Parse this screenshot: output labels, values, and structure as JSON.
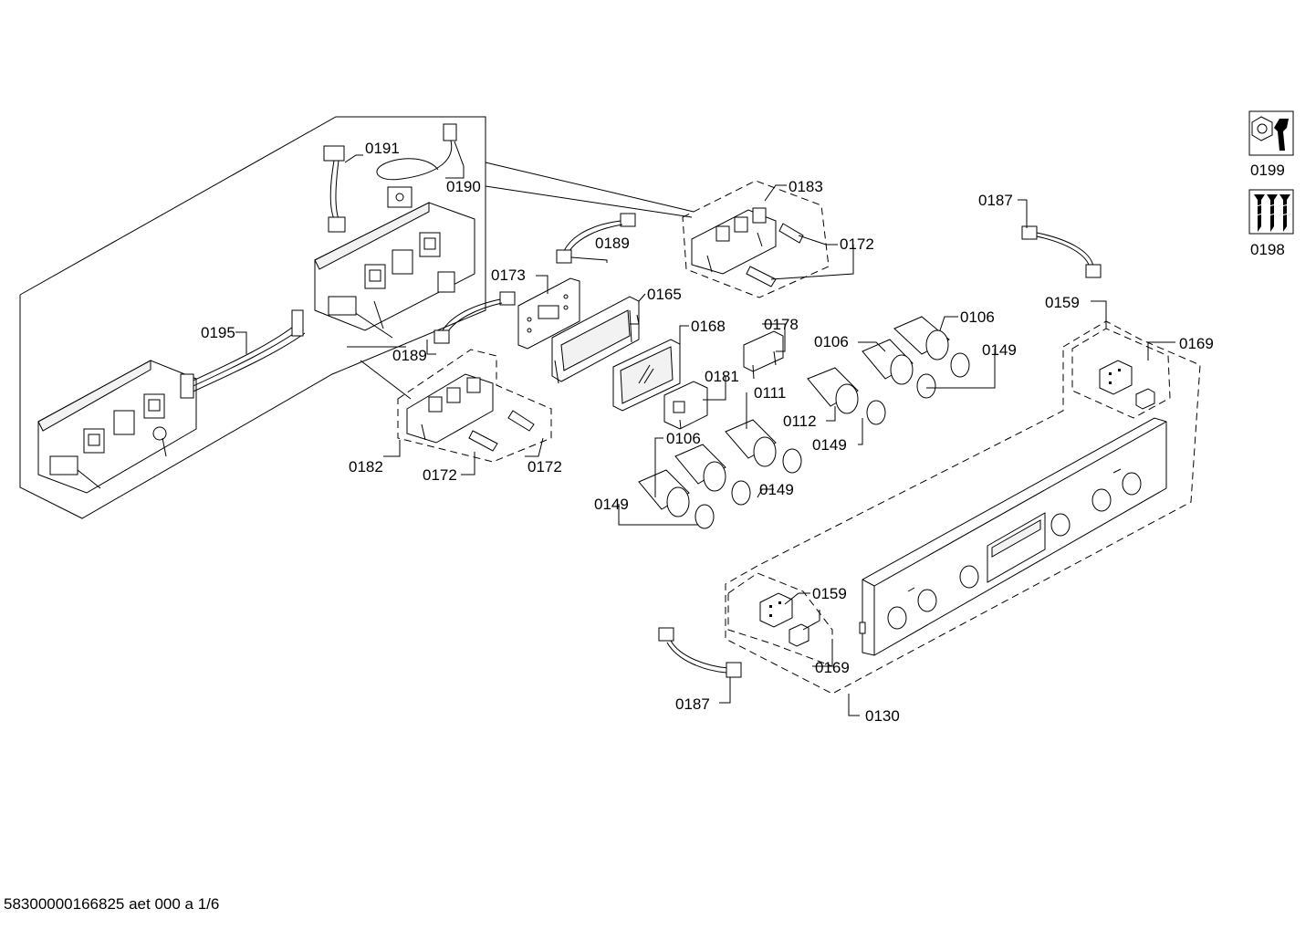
{
  "labels": {
    "l0191": "0191",
    "l0190": "0190",
    "l0195": "0195",
    "l0183": "0183",
    "l0172a": "0172",
    "l0189a": "0189",
    "l0173": "0173",
    "l0165": "0165",
    "l0189b": "0189",
    "l0168": "0168",
    "l0178": "0178",
    "l0106a": "0106",
    "l0106b": "0106",
    "l0149a": "0149",
    "l0181": "0181",
    "l0111": "0111",
    "l0112": "0112",
    "l0149b": "0149",
    "l0182": "0182",
    "l0172b": "0172",
    "l0172c": "0172",
    "l0106c": "0106",
    "l0149c": "0149",
    "l0149d": "0149",
    "l0187a": "0187",
    "l0159a": "0159",
    "l0169a": "0169",
    "l0159b": "0159",
    "l0169b": "0169",
    "l0187b": "0187",
    "l0130": "0130",
    "l0199": "0199",
    "l0198": "0198"
  },
  "footer": {
    "document_code": "58300000166825 aet 000 a 1/6"
  },
  "icons": {
    "tool_icon": "wrench-nut-icon",
    "screws_icon": "screws-icon"
  }
}
